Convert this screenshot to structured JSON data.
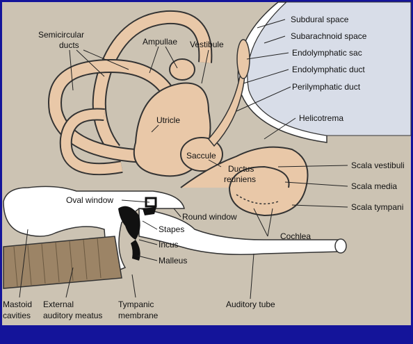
{
  "labels": {
    "subdural_space": "Subdural space",
    "subarachnoid_space": "Subarachnoid space",
    "endolymphatic_sac": "Endolymphatic sac",
    "endolymphatic_duct": "Endolymphatic duct",
    "perilymphatic_duct": "Perilymphatic duct",
    "helicotrema": "Helicotrema",
    "scala_vestibuli": "Scala vestibuli",
    "scala_media": "Scala media",
    "scala_tympani": "Scala tympani",
    "semicircular_ducts_1": "Semicircular",
    "semicircular_ducts_2": "ducts",
    "ampullae": "Ampullae",
    "vestibule": "Vestibule",
    "utricle": "Utricle",
    "saccule": "Saccule",
    "ductus_reuniens_1": "Ductus",
    "ductus_reuniens_2": "reuniens",
    "oval_window": "Oval window",
    "round_window": "Round window",
    "stapes": "Stapes",
    "incus": "Incus",
    "malleus": "Malleus",
    "cochlea": "Cochlea",
    "mastoid_cavities_1": "Mastoid",
    "mastoid_cavities_2": "cavities",
    "external_auditory_meatus_1": "External",
    "external_auditory_meatus_2": "auditory meatus",
    "tympanic_membrane_1": "Tympanic",
    "tympanic_membrane_2": "membrane",
    "auditory_tube": "Auditory tube"
  },
  "colors": {
    "frame": "#14149a",
    "background": "#ccc3b3",
    "membranous_fill": "#e9c8a8",
    "bone_white": "#ffffff",
    "ossicle_black": "#111111",
    "meatus_brown": "#9c8466"
  }
}
